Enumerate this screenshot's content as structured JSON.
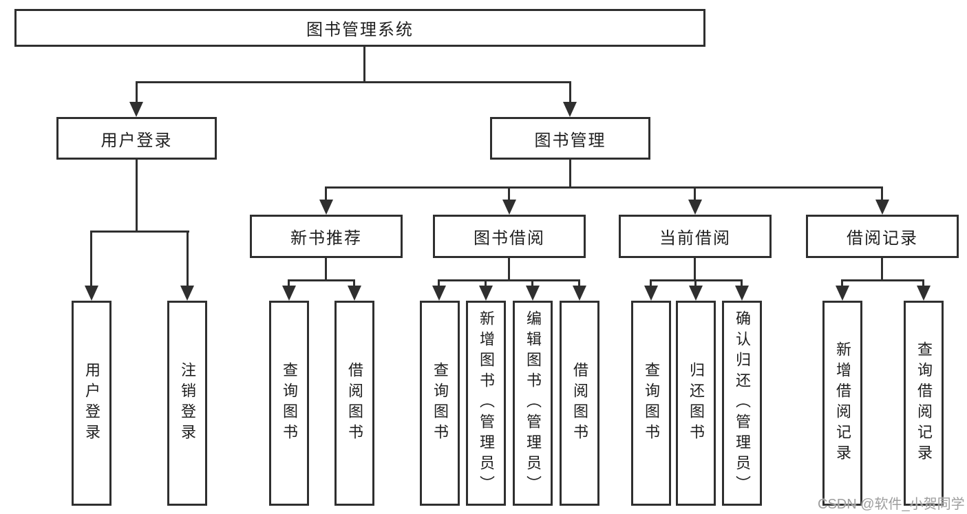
{
  "tree": {
    "label": "图书管理系统",
    "children": [
      {
        "label": "用户登录",
        "children": [
          {
            "label": "用户登录"
          },
          {
            "label": "注销登录"
          }
        ]
      },
      {
        "label": "图书管理",
        "children": [
          {
            "label": "新书推荐",
            "children": [
              {
                "label": "查询图书"
              },
              {
                "label": "借阅图书"
              }
            ]
          },
          {
            "label": "图书借阅",
            "children": [
              {
                "label": "查询图书"
              },
              {
                "label": "新增图书（管理员）"
              },
              {
                "label": "编辑图书（管理员）"
              },
              {
                "label": "借阅图书"
              }
            ]
          },
          {
            "label": "当前借阅",
            "children": [
              {
                "label": "查询图书"
              },
              {
                "label": "归还图书"
              },
              {
                "label": "确认归还（管理员）"
              }
            ]
          },
          {
            "label": "借阅记录",
            "children": [
              {
                "label": "新增借阅记录"
              },
              {
                "label": "查询借阅记录"
              }
            ]
          }
        ]
      }
    ]
  },
  "watermark": {
    "text": "CSDN @软件_小贺同学"
  },
  "colors": {
    "line": "#2f2f2f",
    "text": "#1e1e1e",
    "watermark": "#9e9e9e",
    "bg": "#ffffff"
  }
}
